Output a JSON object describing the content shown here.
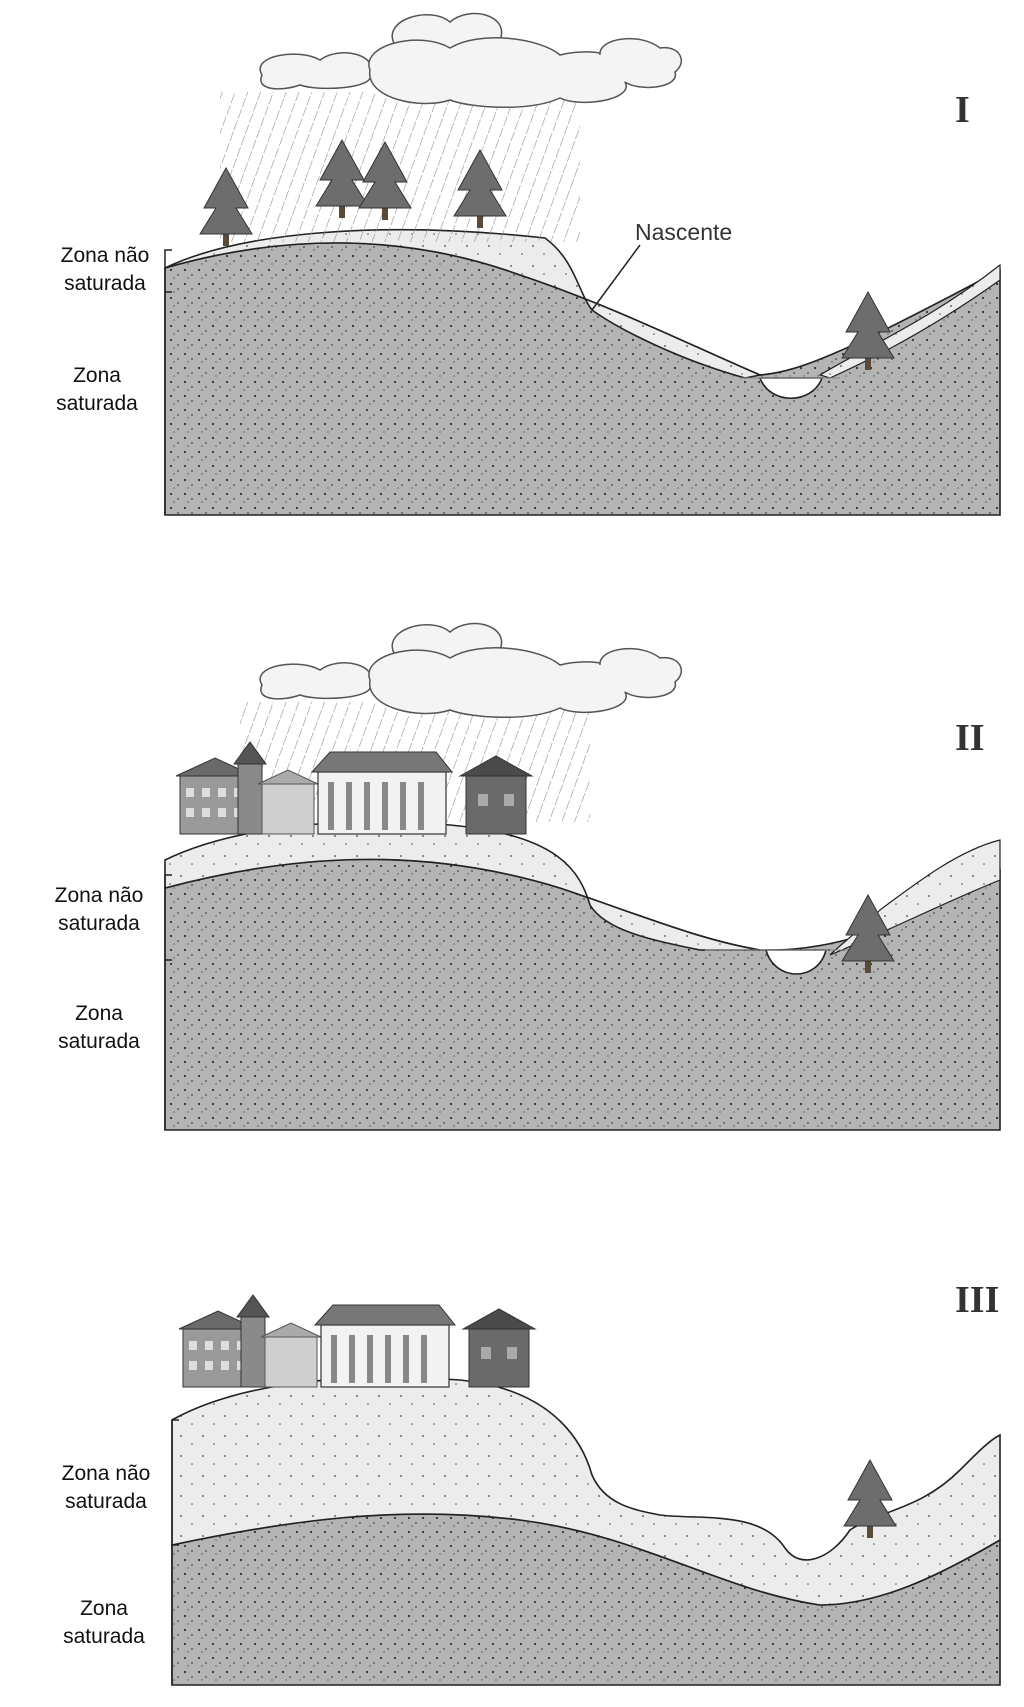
{
  "panels": [
    {
      "id": "I",
      "roman": "I",
      "unsat_label": [
        "Zona não",
        "saturada"
      ],
      "sat_label": [
        "Zona",
        "saturada"
      ],
      "callout": "Nascente",
      "has_rain": true,
      "surface": "trees"
    },
    {
      "id": "II",
      "roman": "II",
      "unsat_label": [
        "Zona não",
        "saturada"
      ],
      "sat_label": [
        "Zona",
        "saturada"
      ],
      "has_rain": true,
      "surface": "houses"
    },
    {
      "id": "III",
      "roman": "III",
      "unsat_label": [
        "Zona não",
        "saturada"
      ],
      "sat_label": [
        "Zona",
        "saturada"
      ],
      "has_rain": false,
      "surface": "houses"
    }
  ],
  "colors": {
    "saturated": "#b4b4b4",
    "unsaturated": "#ececec",
    "outline": "#222222",
    "cloud": "#f4f4f4",
    "rain": "#8c8c8c"
  }
}
